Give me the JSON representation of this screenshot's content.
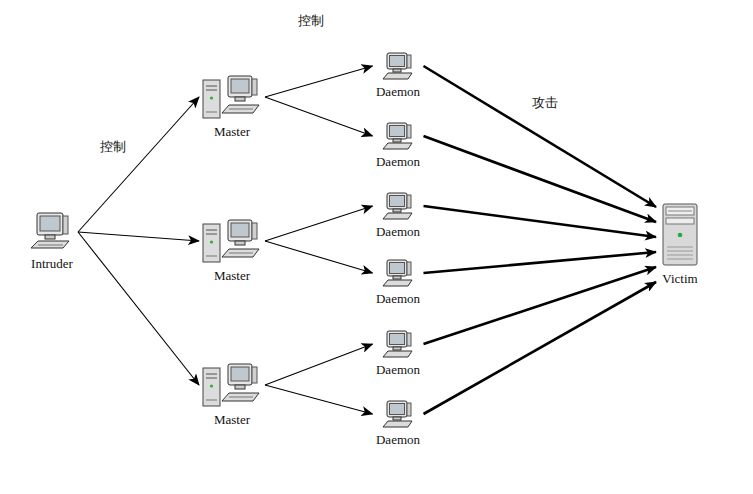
{
  "diagram": {
    "nodes": [
      {
        "text": [
          "Intruder"
        ]
      },
      {
        "text": [
          "Master"
        ]
      },
      {
        "text": [
          "Master"
        ]
      },
      {
        "text": [
          "Master"
        ]
      },
      {
        "text": [
          "Daemon"
        ]
      },
      {
        "text": [
          "Daemon"
        ]
      },
      {
        "text": [
          "Daemon"
        ]
      },
      {
        "text": [
          "Daemon"
        ]
      },
      {
        "text": [
          "Daemon"
        ]
      },
      {
        "text": [
          "Daemon"
        ]
      },
      {
        "text": [
          "Victim"
        ]
      }
    ],
    "edges": [
      {
        "from": 0,
        "to": 1,
        "arrow": "to",
        "label": "控制"
      },
      {
        "from": 0,
        "to": 2,
        "arrow": "to"
      },
      {
        "from": 0,
        "to": 3,
        "arrow": "to"
      },
      {
        "from": 1,
        "to": 4,
        "arrow": "to",
        "label": "控制"
      },
      {
        "from": 1,
        "to": 5,
        "arrow": "to"
      },
      {
        "from": 2,
        "to": 6,
        "arrow": "to"
      },
      {
        "from": 2,
        "to": 7,
        "arrow": "to"
      },
      {
        "from": 3,
        "to": 8,
        "arrow": "to"
      },
      {
        "from": 3,
        "to": 9,
        "arrow": "to"
      },
      {
        "from": 4,
        "to": 10,
        "arrow": "to",
        "label": "攻击"
      },
      {
        "from": 5,
        "to": 10,
        "arrow": "to"
      },
      {
        "from": 6,
        "to": 10,
        "arrow": "to"
      },
      {
        "from": 7,
        "to": 10,
        "arrow": "to"
      },
      {
        "from": 8,
        "to": 10,
        "arrow": "to"
      },
      {
        "from": 9,
        "to": 10,
        "arrow": "to"
      }
    ]
  }
}
